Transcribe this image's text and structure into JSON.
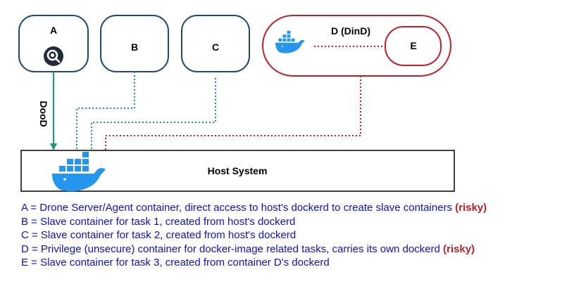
{
  "nodes": {
    "a": {
      "label": "A",
      "icon": "drone-logo-icon"
    },
    "b": {
      "label": "B"
    },
    "c": {
      "label": "C"
    },
    "d": {
      "label": "D (DinD)",
      "icon": "docker-whale-icon"
    },
    "e": {
      "label": "E"
    },
    "host": {
      "label": "Host System",
      "icon": "docker-whale-icon"
    }
  },
  "edges": {
    "a_to_host": {
      "label": "DooD",
      "style": "solid arrow",
      "color": "#1a9b78"
    },
    "b_to_host": {
      "style": "dotted",
      "color": "#1a9b78"
    },
    "c_to_host": {
      "style": "dotted",
      "color": "#1a9b78"
    },
    "d_to_host": {
      "style": "dotted",
      "color": "#c0202a"
    },
    "d_to_e": {
      "style": "dotted",
      "color": "#c0202a"
    }
  },
  "colors": {
    "container_border": "#1f4b6e",
    "dind_border": "#c0202a",
    "legend_text": "#1010d0",
    "risky_text": "#c0202a",
    "docker_blue": "#2496ed"
  },
  "legend": [
    {
      "text": "A = Drone Server/Agent container, direct access to host's dockerd to create slave containers",
      "note": "(risky)"
    },
    {
      "text": "B = Slave container for task 1, created from host's dockerd",
      "note": ""
    },
    {
      "text": "C = Slave container for task 2, created from host's dockerd",
      "note": ""
    },
    {
      "text": "D = Privilege (unsecure) container for docker-image related tasks, carries its own dockerd",
      "note": "(risky)"
    },
    {
      "text": "E = Slave container for task 3, created from container D's dockerd",
      "note": ""
    }
  ]
}
